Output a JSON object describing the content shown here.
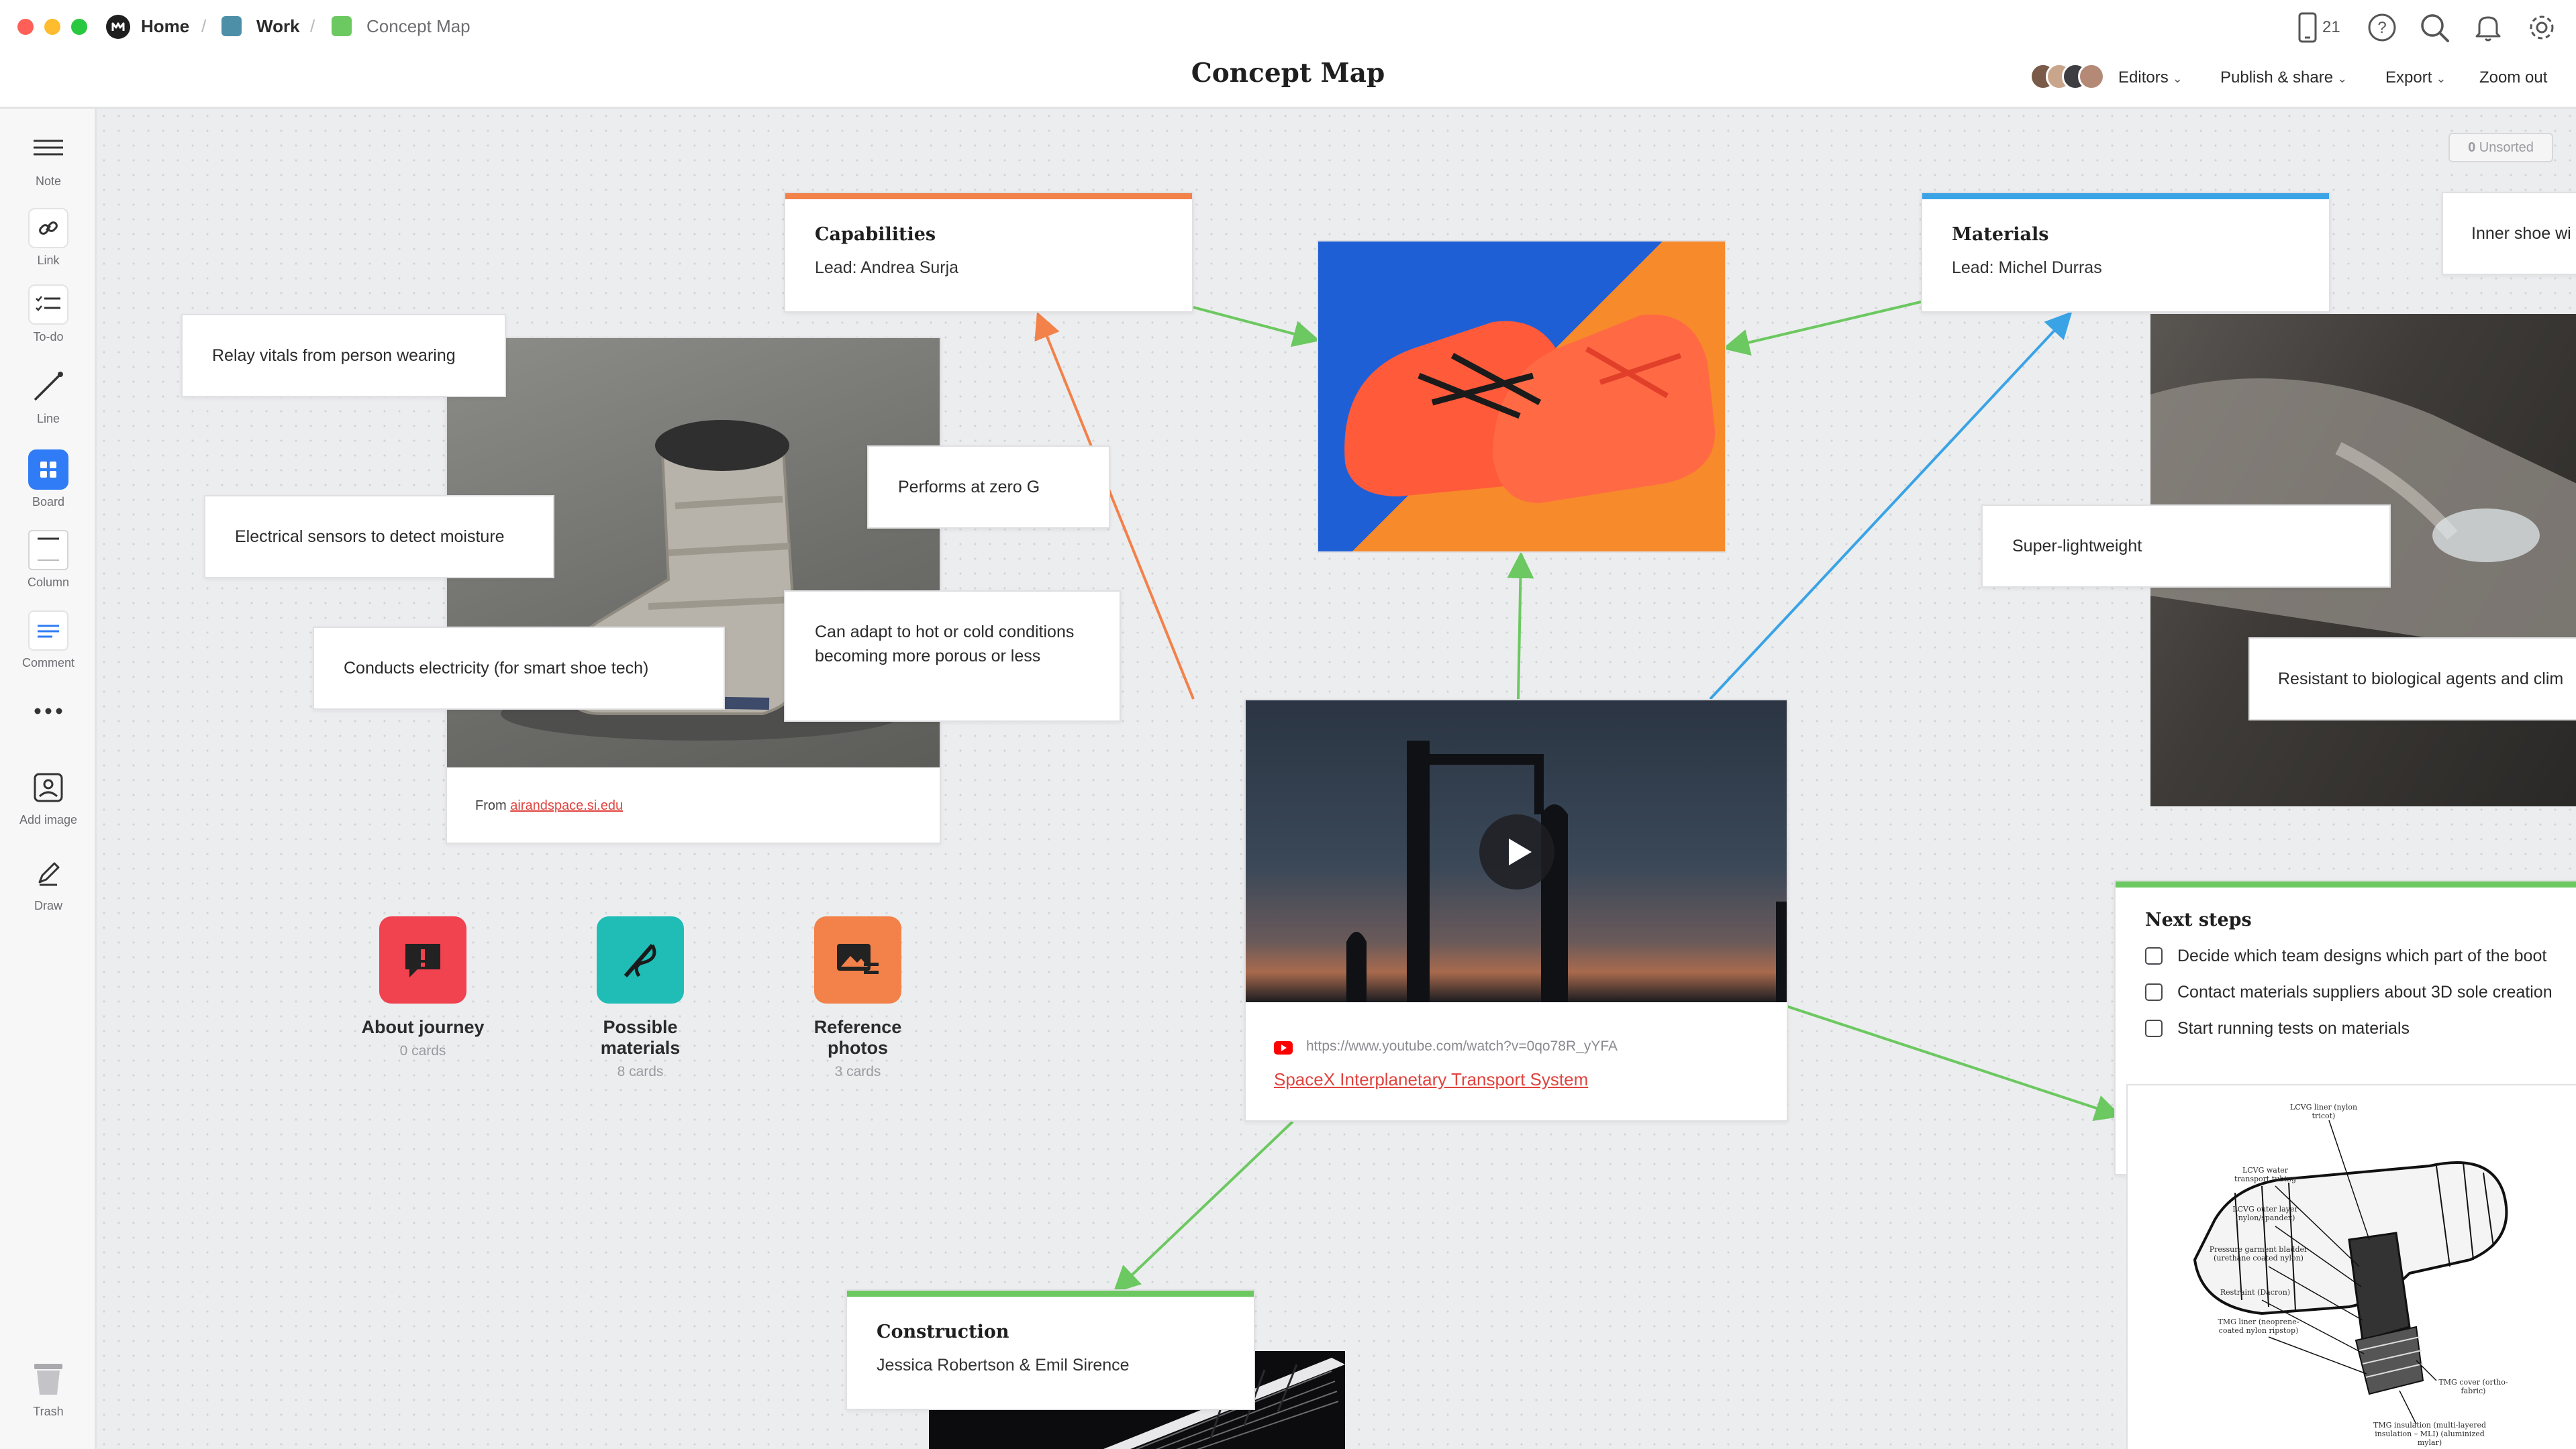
{
  "breadcrumb": {
    "home": "Home",
    "work": "Work",
    "current": "Concept Map"
  },
  "title": "Concept Map",
  "header": {
    "device_count": "21",
    "editors": "Editors",
    "publish": "Publish & share",
    "export": "Export",
    "zoom": "Zoom out"
  },
  "colors": {
    "orange": "#f2814a",
    "blue": "#3aa3e6",
    "green": "#6cc860",
    "red": "#f0424f",
    "teal": "#1fbdb6"
  },
  "toolbar": {
    "note": "Note",
    "link": "Link",
    "todo": "To-do",
    "line": "Line",
    "board": "Board",
    "column": "Column",
    "comment": "Comment",
    "add_image": "Add image",
    "draw": "Draw",
    "trash": "Trash"
  },
  "unsorted": {
    "count": "0",
    "label": "Unsorted"
  },
  "notes": {
    "relay": "Relay vitals from person wearing",
    "sensors": "Electrical sensors to detect moisture",
    "conducts": "Conducts electricity (for smart shoe tech)",
    "zero_g": "Performs at zero G",
    "adapt": "Can adapt to hot or cold conditions becoming more porous or less",
    "lightweight": "Super-lightweight",
    "resistant": "Resistant to biological agents and clim",
    "inner": "Inner shoe wi"
  },
  "boot_image": {
    "from": "From",
    "link": "airandspace.si.edu"
  },
  "capabilities": {
    "title": "Capabilities",
    "lead": "Lead: Andrea Surja"
  },
  "materials": {
    "title": "Materials",
    "lead": "Lead: Michel Durras"
  },
  "construction": {
    "title": "Construction",
    "lead": "Jessica Robertson & Emil Sirence"
  },
  "video": {
    "url": "https://www.youtube.com/watch?v=0qo78R_yYFA",
    "title": "SpaceX Interplanetary Transport System"
  },
  "boards": [
    {
      "name": "About journey",
      "count": "0 cards"
    },
    {
      "name": "Possible materials",
      "count": "8 cards"
    },
    {
      "name": "Reference photos",
      "count": "3 cards"
    }
  ],
  "next_steps": {
    "title": "Next steps",
    "items": [
      "Decide which team designs which part of the boot",
      "Contact materials suppliers about 3D sole creation",
      "Start running tests on materials"
    ]
  },
  "diagram_labels": [
    "LCVG liner (nylon tricot)",
    "LCVG water transport tubing",
    "LCVG outer layer (nylon/spandex)",
    "Pressure garment bladder (urethane coated nylon)",
    "Restraint (Dacron)",
    "TMG liner (neoprene-coated nylon ripstop)",
    "TMG cover (ortho-fabric)",
    "TMG insulation (multi-layered insulation – MLI) (aluminized mylar)"
  ]
}
